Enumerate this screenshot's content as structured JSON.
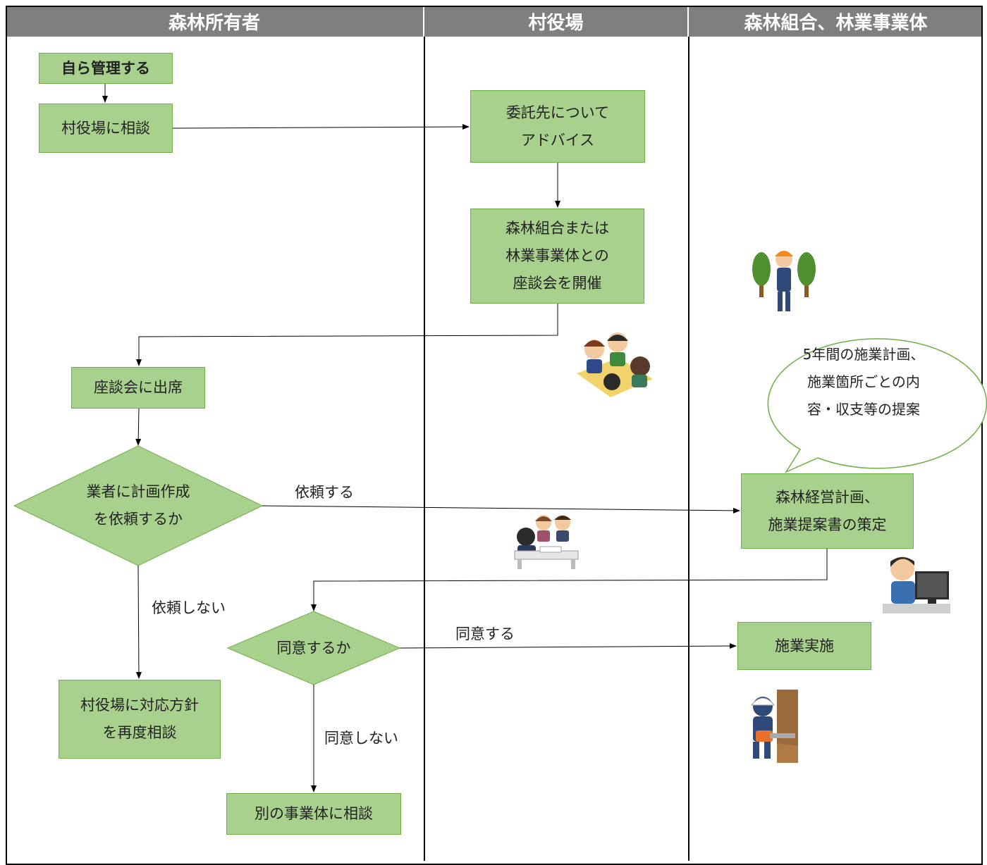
{
  "lanes": {
    "owner": "森林所有者",
    "village": "村役場",
    "union": "森林組合、林業事業体"
  },
  "nodes": {
    "self_manage": "自ら管理する",
    "consult_village": "村役場に相談",
    "advise": "委託先について\nアドバイス",
    "hold_meeting": "森林組合または\n林業事業体との\n座談会を開催",
    "attend_meeting": "座談会に出席",
    "ask_plan": "業者に計画作成\nを依頼するか",
    "plan_create": "森林経営計画、\n施業提案書の策定",
    "agree": "同意するか",
    "execute": "施業実施",
    "reconsult": "村役場に対応方針\nを再度相談",
    "other_business": "別の事業体に相談"
  },
  "edge_labels": {
    "request": "依頼する",
    "no_request": "依頼しない",
    "agree_yes": "同意する",
    "agree_no": "同意しない"
  },
  "bubble": "5年間の施業計画、\n施業箇所ごとの内\n容・収支等の提案",
  "colors": {
    "header_bg": "#7f7f7f",
    "box_fill": "#a9d18e",
    "box_border": "#70ad47"
  },
  "icons": [
    "forester-with-trees",
    "meeting-people",
    "consultation-people",
    "office-worker-computer",
    "chainsaw-worker"
  ]
}
